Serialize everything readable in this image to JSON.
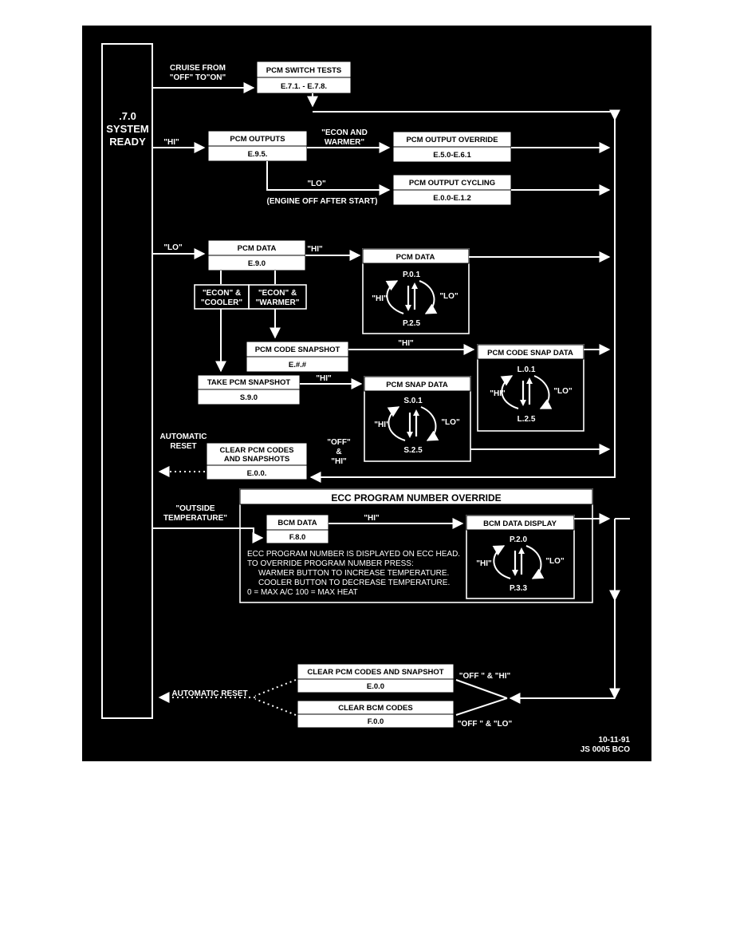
{
  "system_bar": {
    "line1": ".7.0",
    "line2": "SYSTEM",
    "line3": "READY"
  },
  "conditions": {
    "cruise_1": "CRUISE FROM",
    "cruise_2": "\"OFF\" TO\"ON\"",
    "hi": "\"HI\"",
    "econ_warmer_1": "\"ECON AND",
    "econ_warmer_2": "WARMER\"",
    "lo": "\"LO\"",
    "engine_off": "(ENGINE OFF AFTER START)",
    "lo_entry": "\"LO\"",
    "hi_pcm_data": "\"HI\"",
    "econ_cooler_1": "\"ECON\" &",
    "econ_cooler_2": "\"COOLER\"",
    "econ_warmer2_1": "\"ECON\" &",
    "econ_warmer2_2": "\"WARMER\"",
    "hi_snapshot": "\"HI\"",
    "hi_take": "\"HI\"",
    "auto_reset_1": "AUTOMATIC",
    "auto_reset_2": "RESET",
    "off_hi_1": "\"OFF\"",
    "off_hi_2": "&",
    "off_hi_3": "\"HI\"",
    "outside_temp_1": "\"OUTSIDE",
    "outside_temp_2": "TEMPERATURE\"",
    "hi_bcm": "\"HI\"",
    "auto_reset_bottom": "AUTOMATIC RESET",
    "off_and_hi": "\"OFF \" & \"HI\"",
    "off_and_lo": "\"OFF \" & \"LO\""
  },
  "boxes": {
    "pcm_switch_tests": {
      "title": "PCM SWITCH TESTS",
      "code": "E.7.1. - E.7.8."
    },
    "pcm_outputs": {
      "title": "PCM OUTPUTS",
      "code": "E.9.5."
    },
    "pcm_output_override": {
      "title": "PCM OUTPUT OVERRIDE",
      "code": "E.5.0-E.6.1"
    },
    "pcm_output_cycling": {
      "title": "PCM OUTPUT CYCLING",
      "code": "E.0.0-E.1.2"
    },
    "pcm_data": {
      "title": "PCM DATA",
      "code": "E.9.0"
    },
    "pcm_code_snapshot": {
      "title": "PCM CODE SNAPSHOT",
      "code": "E.#.#"
    },
    "take_pcm_snapshot": {
      "title": "TAKE PCM SNAPSHOT",
      "code": "S.9.0"
    },
    "clear_pcm_codes_snapshots": {
      "title1": "CLEAR PCM CODES",
      "title2": "AND SNAPSHOTS",
      "code": "E.0.0."
    },
    "bcm_data": {
      "title": "BCM DATA",
      "code": "F.8.0"
    },
    "clear_pcm_codes_snapshot": {
      "title": "CLEAR PCM CODES AND SNAPSHOT",
      "code": "E.0.0"
    },
    "clear_bcm_codes": {
      "title": "CLEAR BCM CODES",
      "code": "F.0.0"
    }
  },
  "displays": {
    "pcm_data_display": {
      "title": "PCM DATA",
      "top": "P.0.1",
      "bottom": "P.2.5",
      "left": "\"HI\"",
      "right": "\"LO\""
    },
    "pcm_code_snap_data": {
      "title": "PCM CODE SNAP DATA",
      "top": "L.0.1",
      "bottom": "L.2.5",
      "left": "\"HI\"",
      "right": "\"LO\""
    },
    "pcm_snap_data": {
      "title": "PCM SNAP DATA",
      "top": "S.0.1",
      "bottom": "S.2.5",
      "left": "\"HI\"",
      "right": "\"LO\""
    },
    "bcm_data_display": {
      "title": "BCM DATA DISPLAY",
      "top": "P.2.0",
      "bottom": "P.3.3",
      "left": "\"HI\"",
      "right": "\"LO\""
    }
  },
  "ecc_section": {
    "title": "ECC PROGRAM NUMBER OVERRIDE",
    "note_1": "ECC PROGRAM NUMBER IS DISPLAYED ON ECC HEAD.",
    "note_2": "TO OVERRIDE PROGRAM NUMBER PRESS:",
    "note_3": "WARMER BUTTON TO INCREASE TEMPERATURE.",
    "note_4": "COOLER BUTTON TO DECREASE TEMPERATURE.",
    "note_5": "0 = MAX A/C 100 = MAX HEAT"
  },
  "footer": {
    "date": "10-11-91",
    "code": "JS 0005 BCO"
  },
  "colors": {
    "background": "#000000",
    "foreground": "#ffffff"
  }
}
